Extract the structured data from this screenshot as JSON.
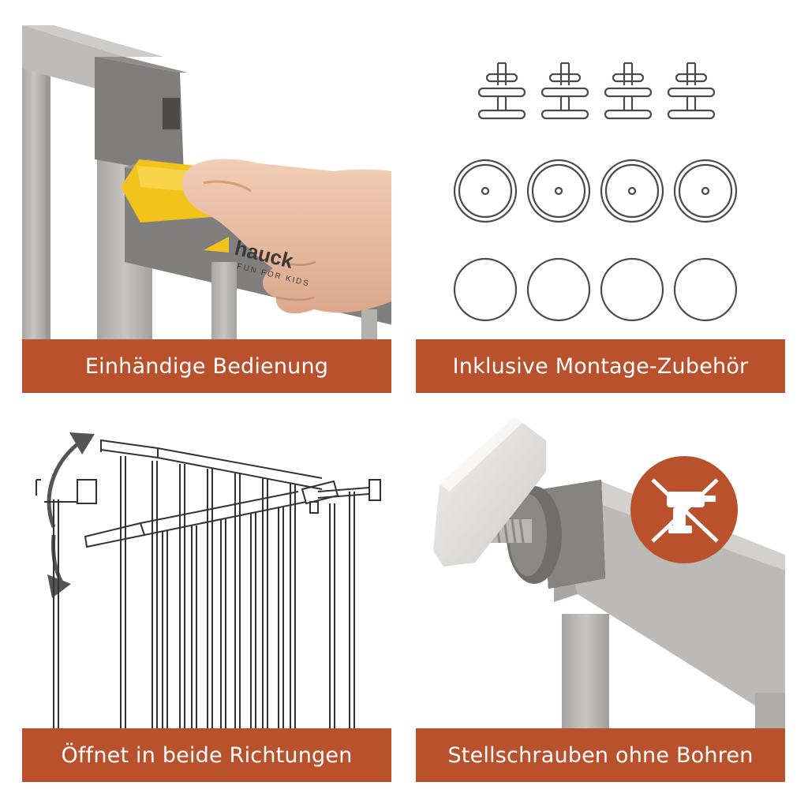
{
  "panels": {
    "one_hand": {
      "caption": "Einhändige Bedienung",
      "logo_text": "hauck",
      "logo_tagline": "FUN FOR KIDS"
    },
    "accessories": {
      "caption": "Inklusive Montage-Zubehör"
    },
    "two_way": {
      "caption": "Öffnet in beide Richtungen"
    },
    "no_drill": {
      "caption": "Stellschrauben ohne Bohren"
    }
  },
  "colors": {
    "banner": "#b9512d",
    "frame_gray": "#b4b2ae",
    "dark_gray": "#7d7c7a",
    "handle_yellow": "#f2c31b"
  },
  "icons": [
    "drill-crossed-icon",
    "rotate-arrow-icon"
  ]
}
